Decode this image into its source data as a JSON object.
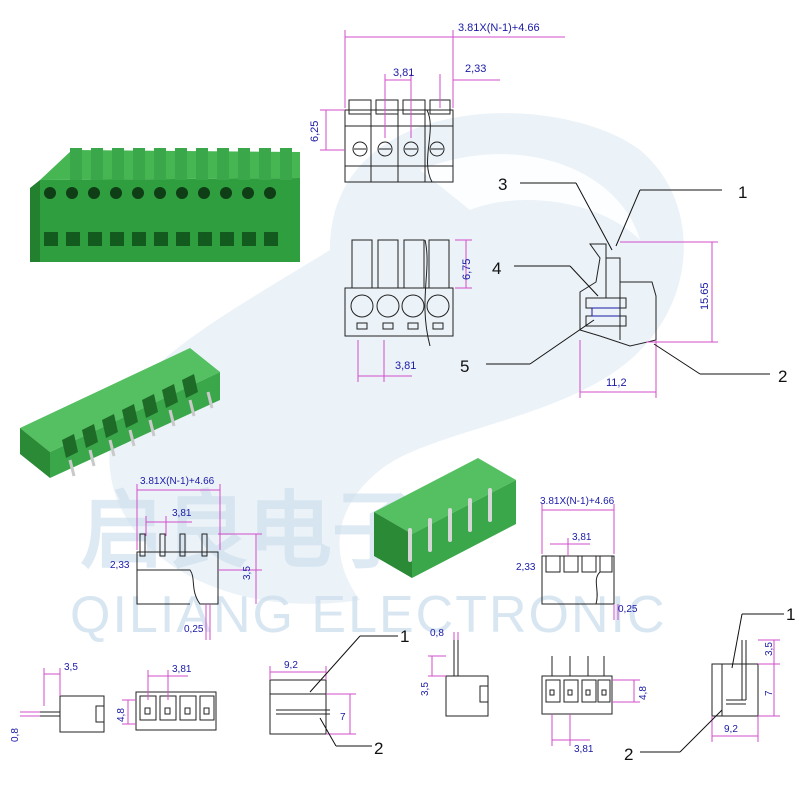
{
  "watermark": {
    "brand_cn": "启良电子",
    "brand_en": "QILIANG ELECTRONIC"
  },
  "colors": {
    "dimension": "#d14fc8",
    "dimension_text": "#1a1aa6",
    "drawing": "#222222",
    "product_green": "#2f9e3f",
    "watermark": "#cfe0ee"
  },
  "top_plug_drawing": {
    "overall_width": "3.81X(N-1)+4.66",
    "pitch": "3,81",
    "edge": "2,33",
    "height": "6,25",
    "clamp_height": "6,75",
    "pitch_bottom": "3,81"
  },
  "side_section": {
    "height": "15.65",
    "depth": "11,2",
    "callouts": [
      "1",
      "2",
      "3",
      "4",
      "5"
    ]
  },
  "header_left": {
    "overall_width": "3.81X(N-1)+4.66",
    "pitch": "3,81",
    "edge": "2,33",
    "height": "3,5",
    "pin": "0,25"
  },
  "header_right": {
    "overall_width": "3.81X(N-1)+4.66",
    "pitch": "3,81",
    "edge": "2,33",
    "pin": "0,25"
  },
  "bottom_row": {
    "pin_length": "3,5",
    "pin_thickness": "0,8",
    "pitch": "3,81",
    "body_height": "4,8",
    "depth": "9,2",
    "side_height": "7",
    "callout_1": "1",
    "callout_2": "2",
    "pin_width_r": "0,8",
    "pin_length_r": "3,5",
    "pitch_r": "3,81",
    "body_height_r": "4,8",
    "depth_r": "9,2",
    "side_height_r": "7",
    "top_r": "3,5",
    "callout_1r": "1",
    "callout_2r": "2"
  }
}
